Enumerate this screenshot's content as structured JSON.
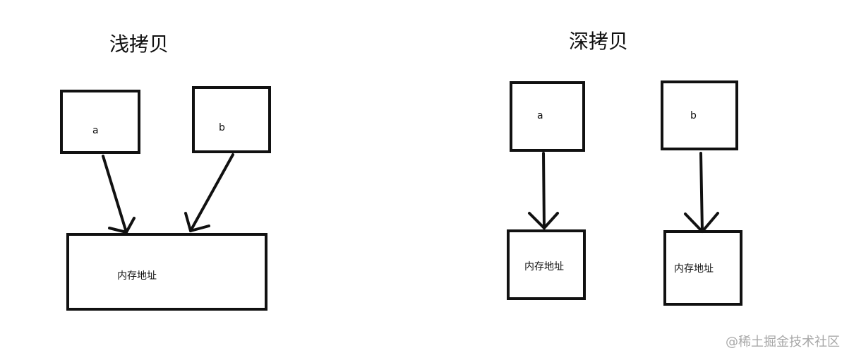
{
  "shallow": {
    "title": "浅拷贝",
    "var_a": "a",
    "var_b": "b",
    "memory": "内存地址"
  },
  "deep": {
    "title": "深拷贝",
    "var_a": "a",
    "var_b": "b",
    "memory_a": "内存地址",
    "memory_b": "内存地址"
  },
  "watermark": "@稀土掘金技术社区"
}
